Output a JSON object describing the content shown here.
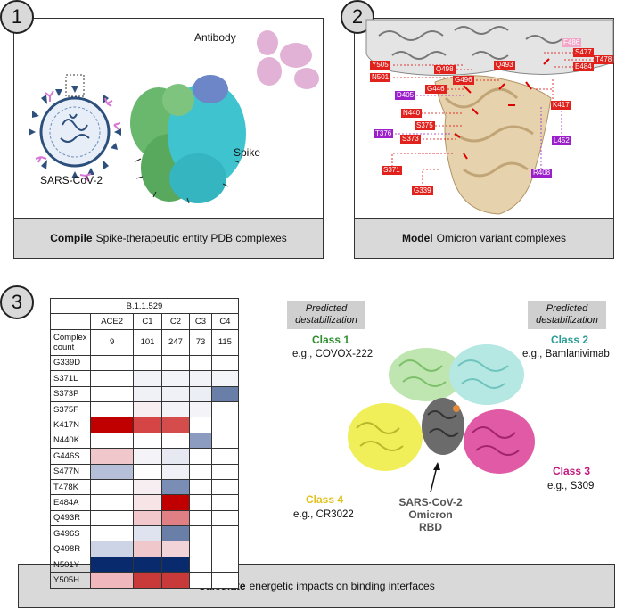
{
  "panel1": {
    "number": "1",
    "antibody": "Antibody",
    "spike": "Spike",
    "virus": "SARS-CoV-2",
    "caption_bold": "Compile",
    "caption_rest": "Spike-therapeutic entity PDB complexes"
  },
  "panel2": {
    "number": "2",
    "caption_bold": "Model",
    "caption_rest": "Omicron variant complexes",
    "labels_red": [
      "Y505",
      "N501",
      "G446",
      "Q498",
      "G496",
      "Q493",
      "S477",
      "T478",
      "E484",
      "F486",
      "N440",
      "S375",
      "S373",
      "S371",
      "G339",
      "K417"
    ],
    "labels_purple": [
      "D405",
      "T376",
      "L452",
      "R408"
    ]
  },
  "panel3": {
    "number": "3",
    "caption_bold": "Calculate",
    "caption_rest": "energetic impacts on binding interfaces",
    "table": {
      "title": "B.1.1.529",
      "columns": [
        "ACE2",
        "C1",
        "C2",
        "C3",
        "C4"
      ],
      "count_label_1": "Complex",
      "count_label_2": "count",
      "counts": [
        "9",
        "101",
        "247",
        "73",
        "115"
      ],
      "rows": [
        "G339D",
        "S371L",
        "S373P",
        "S375F",
        "K417N",
        "N440K",
        "G446S",
        "S477N",
        "T478K",
        "E484A",
        "Q493R",
        "G496S",
        "Q498R",
        "N501Y",
        "Y505H"
      ],
      "colors": [
        [
          "#fff",
          "#fff",
          "#fff",
          "#fff",
          "#fff"
        ],
        [
          "#fff",
          "#f2f3f8",
          "#f3f4f9",
          "#f2f3f8",
          "#f4f5f9"
        ],
        [
          "#fff",
          "#f0f1f7",
          "#f0f1f7",
          "#eceef5",
          "#6a7fa8"
        ],
        [
          "#fff",
          "#f6eef0",
          "#f4f4f8",
          "#f4f4f8",
          "#fff"
        ],
        [
          "#c00000",
          "#d54545",
          "#d54c4c",
          "#fff",
          "#fff"
        ],
        [
          "#fff",
          "#fff",
          "#fff",
          "#8c9cc0",
          "#fff"
        ],
        [
          "#f0c8cc",
          "#f3f3f8",
          "#e6e9f2",
          "#fff",
          "#fff"
        ],
        [
          "#b5bfd8",
          "#fff",
          "#f0f1f7",
          "#fff",
          "#fff"
        ],
        [
          "#fff",
          "#f6eef0",
          "#7a8db5",
          "#fff",
          "#fff"
        ],
        [
          "#fff",
          "#f7e4e6",
          "#c00000",
          "#fff",
          "#fff"
        ],
        [
          "#fff",
          "#f2c8cc",
          "#e07f84",
          "#fff",
          "#fff"
        ],
        [
          "#fff",
          "#dfe3ef",
          "#6a7fa8",
          "#fff",
          "#fff"
        ],
        [
          "#cdd4e6",
          "#f0c8cc",
          "#f2d4d8",
          "#fff",
          "#fff"
        ],
        [
          "#0a2a6e",
          "#0a2a6e",
          "#0a2a6e",
          "#fff",
          "#fff"
        ],
        [
          "#f0b8bd",
          "#c83a3a",
          "#c83a3a",
          "#fff",
          "#fff"
        ]
      ]
    },
    "pred_left": "Predicted destabilization",
    "pred_right": "Predicted destabilization",
    "class1": "Class 1",
    "eg1": "e.g., COVOX-222",
    "class2": "Class 2",
    "eg2": "e.g., Bamlanivimab",
    "class3": "Class 3",
    "eg3": "e.g., S309",
    "class4": "Class 4",
    "eg4": "e.g., CR3022",
    "rbd_1": "SARS-CoV-2",
    "rbd_2": "Omicron",
    "rbd_3": "RBD"
  }
}
